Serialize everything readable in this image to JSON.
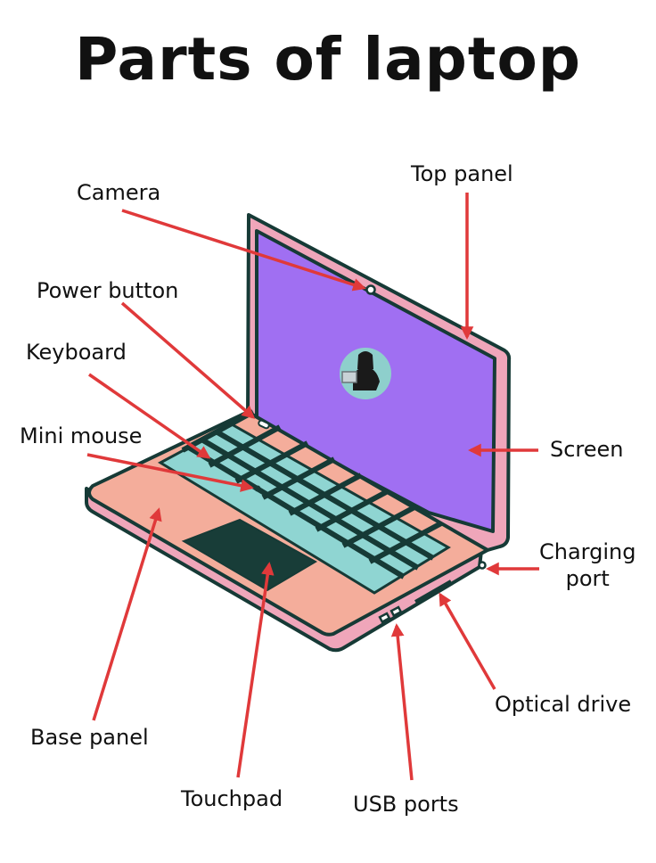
{
  "title": "Parts of laptop",
  "labels": {
    "camera": "Camera",
    "top_panel": "Top panel",
    "power_button": "Power button",
    "keyboard": "Keyboard",
    "mini_mouse": "Mini mouse",
    "screen": "Screen",
    "charging_port_line1": "Charging",
    "charging_port_line2": "port",
    "optical_drive": "Optical drive",
    "base_panel": "Base panel",
    "touchpad": "Touchpad",
    "usb_ports": "USB ports"
  },
  "colors": {
    "background": "#ffffff",
    "outline": "#163a36",
    "screen": "#a06ff2",
    "lid_frame": "#efa6ba",
    "base_top": "#f4ad9b",
    "base_edge": "#efa6ba",
    "keys": "#8fd5d2",
    "touchpad": "#183d38",
    "arrow": "#e0393a",
    "avatar_bg": "#8ecfcc"
  }
}
